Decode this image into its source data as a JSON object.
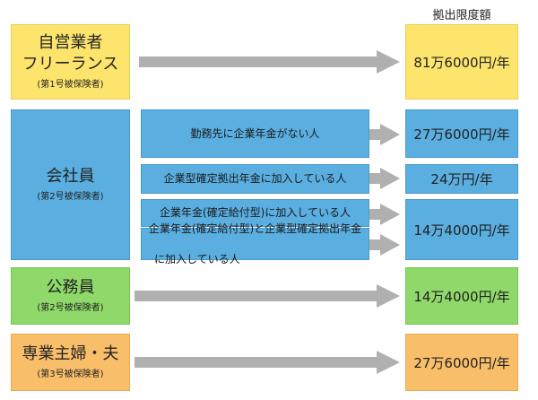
{
  "header": {
    "limit_label": "拠出限度額"
  },
  "categories": [
    {
      "main_lines": [
        "自営業者",
        "フリーランス"
      ],
      "sub": "(第1号被保険者)",
      "limit": "81万6000円/年"
    },
    {
      "main_lines": [
        "会社員"
      ],
      "sub": "(第2号被保険者)",
      "subcases": [
        {
          "text": "勤務先に企業年金がない人",
          "limit": "27万6000円/年"
        },
        {
          "text": "企業型確定拠出年金に加入している人",
          "limit": "24万円/年"
        },
        {
          "text": "企業年金(確定給付型)に加入している人"
        },
        {
          "text_lines": [
            "企業年金(確定給付型)と企業型確定拠出年金",
            "に加入している人"
          ]
        }
      ],
      "shared_limit": "14万4000円/年"
    },
    {
      "main_lines": [
        "公務員"
      ],
      "sub": "(第2号被保険者)",
      "limit": "14万4000円/年"
    },
    {
      "main_lines": [
        "専業主婦・夫"
      ],
      "sub": "(第3号被保険者)",
      "limit": "27万6000円/年"
    }
  ],
  "colors": {
    "self_employed": "#fde46c",
    "employee": "#5aaee0",
    "civil_servant": "#8fd86a",
    "homemaker": "#f9be6a",
    "arrow": "#b0b0b0"
  }
}
